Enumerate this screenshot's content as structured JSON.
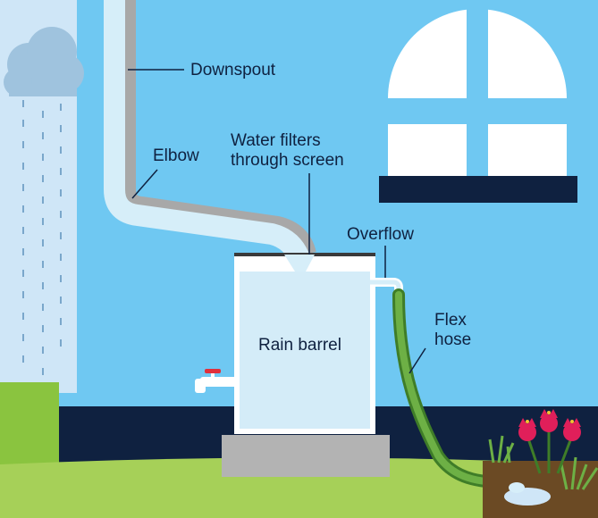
{
  "labels": {
    "downspout": "Downspout",
    "elbow": "Elbow",
    "filter_line1": "Water filters",
    "filter_line2": "through screen",
    "overflow": "Overflow",
    "flex_line1": "Flex",
    "flex_line2": "hose",
    "rain_barrel": "Rain barrel"
  },
  "colors": {
    "sky": "#6fc8f2",
    "rain_panel": "#cfe6f7",
    "cloud": "#9fc3de",
    "barrel": "#d4ecf8",
    "pipe": "#d6eef9",
    "pipe_shadow": "#a8a8a8",
    "foundation": "#0f2140",
    "grass": "#8ac43f",
    "hose": "#5d9e3a",
    "soil": "#6b4a24",
    "flower": "#e01f5a",
    "pedestal": "#b3b3b3",
    "spigot_handle": "#e0303c"
  }
}
